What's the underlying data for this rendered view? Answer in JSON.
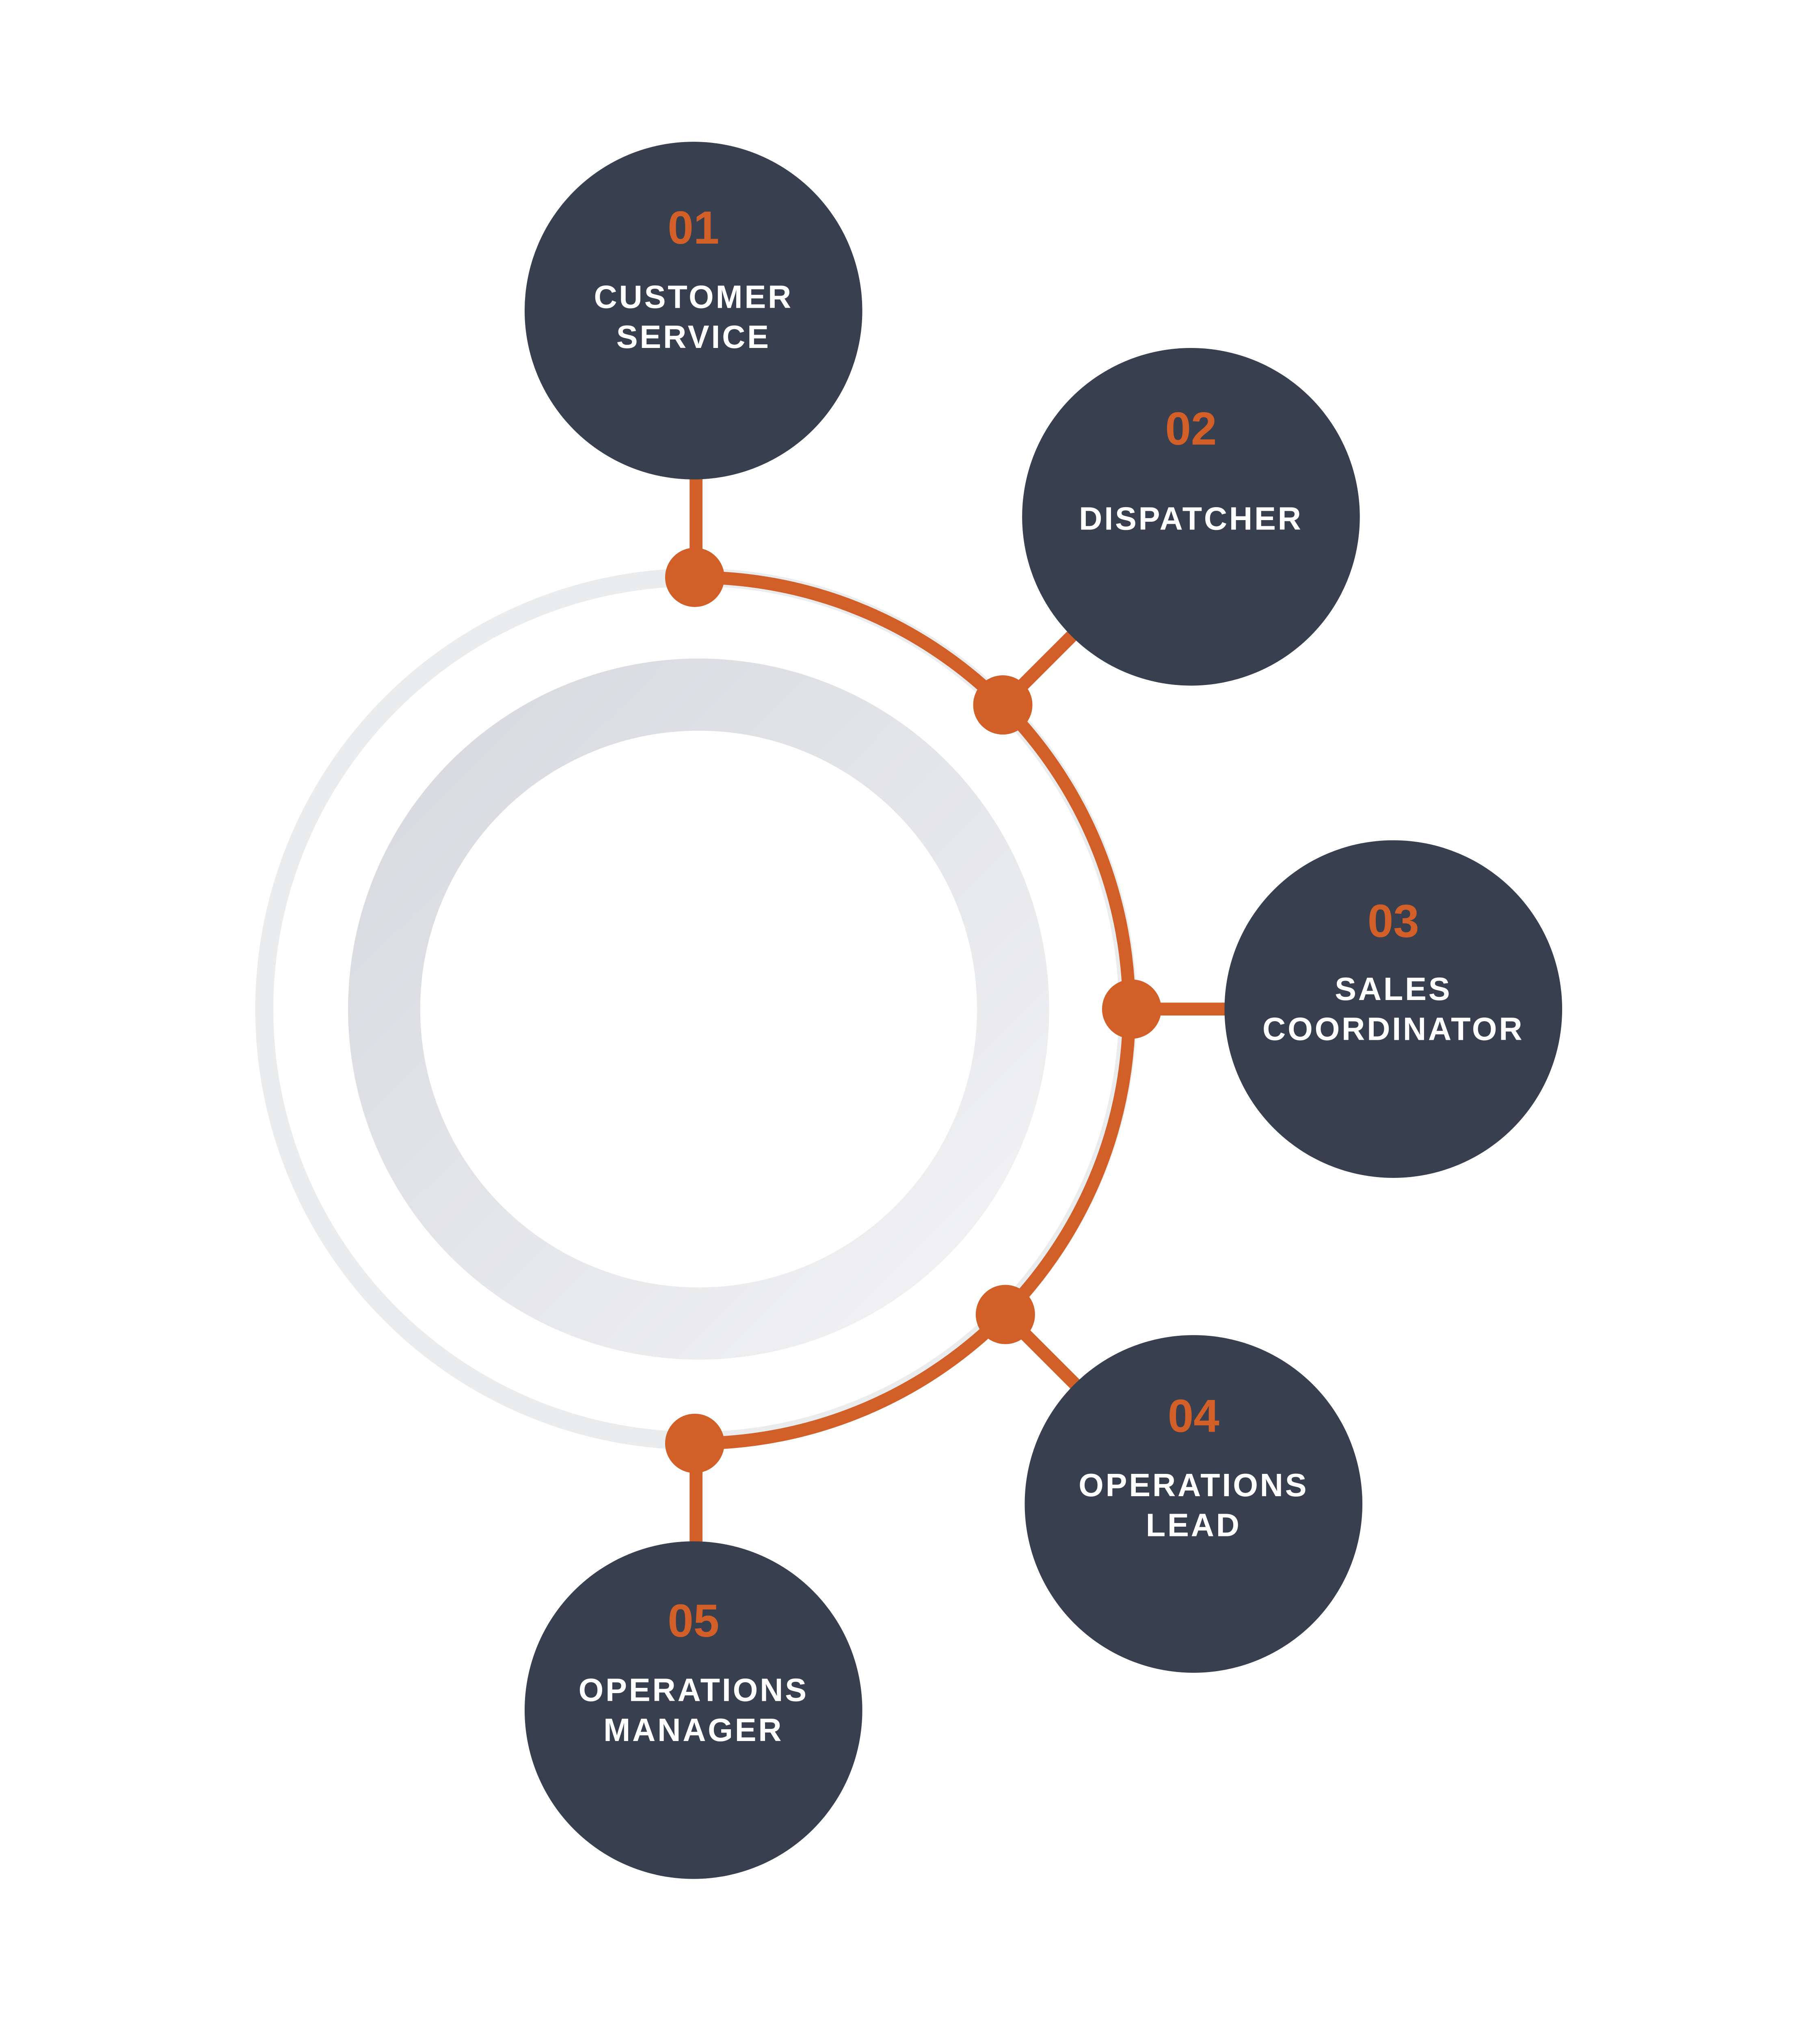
{
  "colors": {
    "accent": "#d25f28",
    "bubble": "#38404f",
    "ring": "#e8e9ec"
  },
  "steps": [
    {
      "number": "01",
      "line1": "CUSTOMER",
      "line2": "SERVICE"
    },
    {
      "number": "02",
      "line1": "DISPATCHER",
      "line2": ""
    },
    {
      "number": "03",
      "line1": "SALES",
      "line2": "COORDINATOR"
    },
    {
      "number": "04",
      "line1": "OPERATIONS",
      "line2": "LEAD"
    },
    {
      "number": "05",
      "line1": "OPERATIONS",
      "line2": "MANAGER"
    }
  ]
}
